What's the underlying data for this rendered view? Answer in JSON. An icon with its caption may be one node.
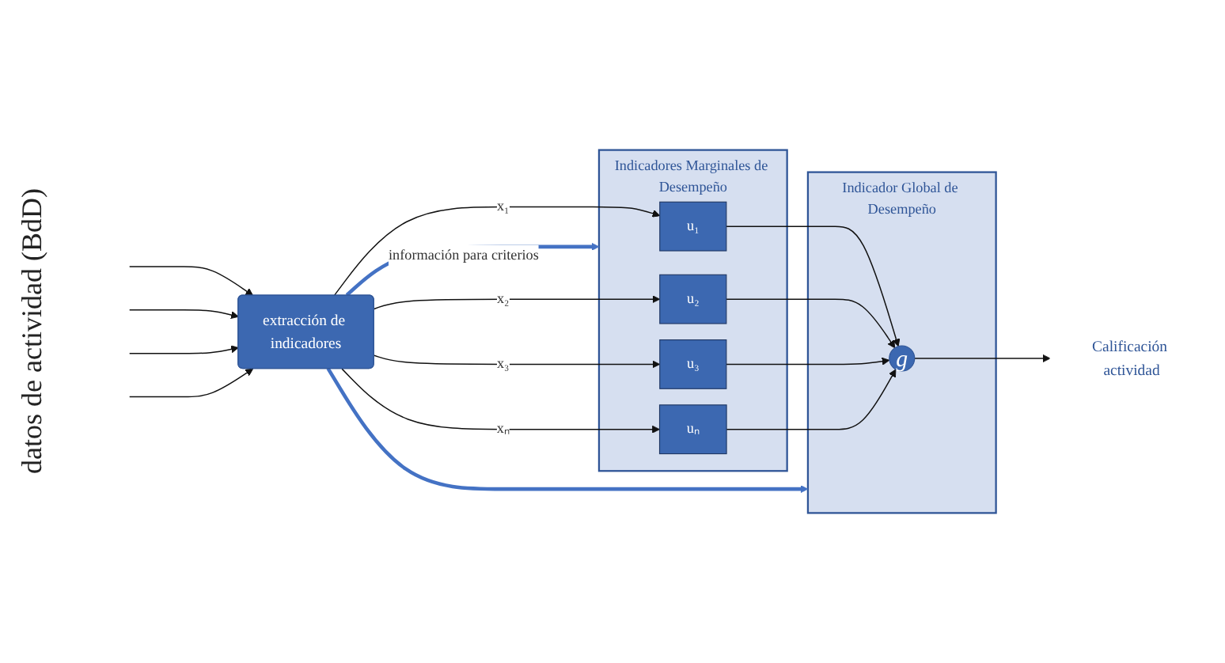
{
  "diagram": {
    "nodes": [
      {
        "text": [
          "extracción de indicadores"
        ]
      },
      {
        "text": [
          "Indicadores Marginales de Desempeño"
        ]
      },
      {
        "text": [
          "u₁"
        ],
        "in": 1
      },
      {
        "text": [
          "u₂"
        ],
        "in": 1
      },
      {
        "text": [
          "u₃"
        ],
        "in": 1
      },
      {
        "text": [
          "uₙ"
        ],
        "in": 1
      },
      {
        "text": [
          "Indicador Global de Desempeño"
        ]
      },
      {
        "text": [
          "g"
        ],
        "in": 6
      },
      {
        "text": [
          "Calificación actividad"
        ]
      }
    ],
    "edges": [
      {
        "from": null,
        "to": 0,
        "arrow": "to"
      },
      {
        "from": null,
        "to": 0,
        "arrow": "to"
      },
      {
        "from": null,
        "to": 0,
        "arrow": "to"
      },
      {
        "from": null,
        "to": 0,
        "arrow": "to"
      },
      {
        "from": 0,
        "to": 2,
        "arrow": "to",
        "label": "x₁"
      },
      {
        "from": 0,
        "to": 3,
        "arrow": "to",
        "label": "x₂"
      },
      {
        "from": 0,
        "to": 4,
        "arrow": "to",
        "label": "x₃"
      },
      {
        "from": 0,
        "to": 5,
        "arrow": "to",
        "label": "xₙ"
      },
      {
        "from": 2,
        "to": 7,
        "arrow": "to"
      },
      {
        "from": 3,
        "to": 7,
        "arrow": "to"
      },
      {
        "from": 4,
        "to": 7,
        "arrow": "to"
      },
      {
        "from": 5,
        "to": 7,
        "arrow": "to"
      },
      {
        "from": 7,
        "to": 8,
        "arrow": "to"
      },
      {
        "from": 0,
        "to": 1,
        "arrow": "to",
        "style": "thick",
        "color": "#4472c4",
        "label": "información para criterios"
      },
      {
        "from": 0,
        "to": 6,
        "arrow": "to",
        "style": "thick",
        "color": "#4472c4"
      }
    ],
    "labels": [
      "datos de actividad (BdD)"
    ]
  }
}
